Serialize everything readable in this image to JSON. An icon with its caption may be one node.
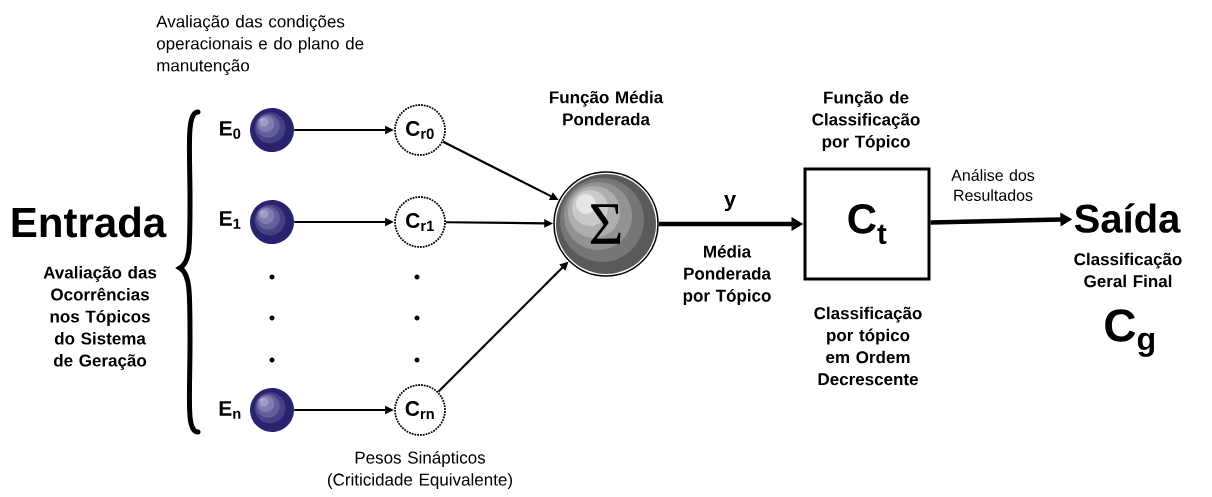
{
  "diagram": {
    "nodes": [
      {
        "text": [],
        "shape": "circle",
        "beside": [
          "E$_{0}$"
        ]
      },
      {
        "text": [],
        "shape": "circle",
        "beside": [
          "E$_{1}$"
        ]
      },
      {
        "text": [],
        "shape": "circle",
        "beside": [
          "E$_{n}$"
        ]
      },
      {
        "text": [
          "C$_{r0}$"
        ]
      },
      {
        "text": [
          "C$_{r1}$"
        ]
      },
      {
        "text": [
          "C$_{rn}$"
        ]
      },
      {
        "text": [
          "Σ"
        ],
        "beside": [
          "Função Média Ponderada"
        ]
      },
      {
        "text": [
          "C$_{t}$"
        ],
        "beside": [
          "Função de Classificação por Tópico",
          "Classificação por tópico em Ordem Decrescente"
        ]
      },
      {
        "text": [
          "Saída"
        ],
        "beside": [
          "Classificação Geral Final",
          "C$_{g}$"
        ]
      }
    ],
    "edges": [
      {
        "from": 0,
        "to": 3,
        "arrow": "to"
      },
      {
        "from": 1,
        "to": 4,
        "arrow": "to"
      },
      {
        "from": 2,
        "to": 5,
        "arrow": "to"
      },
      {
        "from": 3,
        "to": 6,
        "arrow": "to"
      },
      {
        "from": 4,
        "to": 6,
        "arrow": "to"
      },
      {
        "from": 5,
        "to": 6,
        "arrow": "to"
      },
      {
        "from": 6,
        "to": 7,
        "arrow": "to",
        "label": "y",
        "style": "thick"
      },
      {
        "from": 7,
        "to": 8,
        "arrow": "to",
        "label": "Análise dos Resultados",
        "style": "thick"
      }
    ],
    "labels": [
      "Avaliação das condições operacionais e do plano de manutenção",
      "Entrada",
      "Avaliação das Ocorrências nos Tópicos do Sistema de Geração",
      "Média Ponderada por Tópico",
      "Pesos Sinápticos (Criticidade Equivalente)"
    ]
  }
}
